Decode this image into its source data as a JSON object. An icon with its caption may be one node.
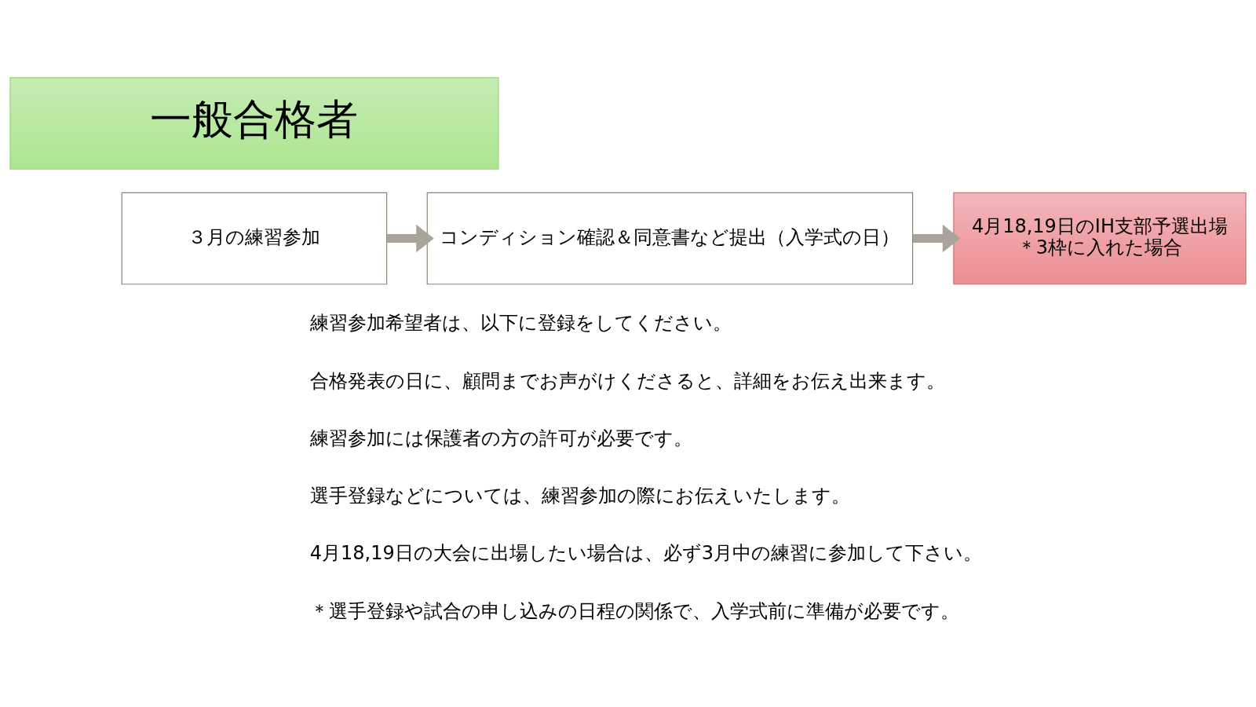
{
  "diagram": {
    "nodes": [
      {
        "text": [
          "一般合格者"
        ]
      },
      {
        "text": [
          "３月の練習参加"
        ]
      },
      {
        "text": [
          "コンディション確認＆同意書など提出（入学式の日）"
        ]
      },
      {
        "text": [
          "4月18,19日のIH支部予選出場",
          "＊3枠に入れた場合"
        ]
      }
    ],
    "edges": [
      {
        "from": 1,
        "to": 2,
        "arrow": "to"
      },
      {
        "from": 2,
        "to": 3,
        "arrow": "to"
      }
    ],
    "labels": [
      "練習参加希望者は、以下に登録をしてください。",
      "合格発表の日に、顧問までお声がけくださると、詳細をお伝え出来ます。",
      "練習参加には保護者の方の許可が必要です。",
      "選手登録などについては、練習参加の際にお伝えいたします。",
      "4月18,19日の大会に出場したい場合は、必ず3月中の練習に参加して下さい。",
      "＊選手登録や試合の申し込みの日程の関係で、入学式前に準備が必要です。"
    ]
  }
}
